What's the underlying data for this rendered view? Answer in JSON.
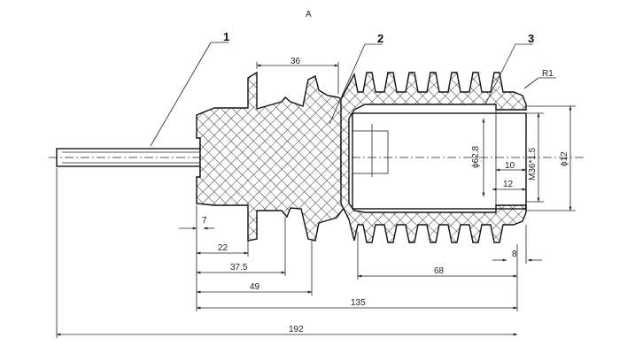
{
  "view_label": "A",
  "callouts": {
    "c1": "1",
    "c2": "2",
    "c3": "3"
  },
  "dimensions": {
    "d36": "36",
    "r1": "R1",
    "d7": "7",
    "d22": "22",
    "d37_5": "37.5",
    "d49": "49",
    "d135": "135",
    "d192": "192",
    "d68": "68",
    "d8": "8",
    "d10": "10",
    "d12": "12",
    "phi62_8": "ϕ62.8",
    "m36": "M36*1.5",
    "phi12": "ϕ12"
  }
}
